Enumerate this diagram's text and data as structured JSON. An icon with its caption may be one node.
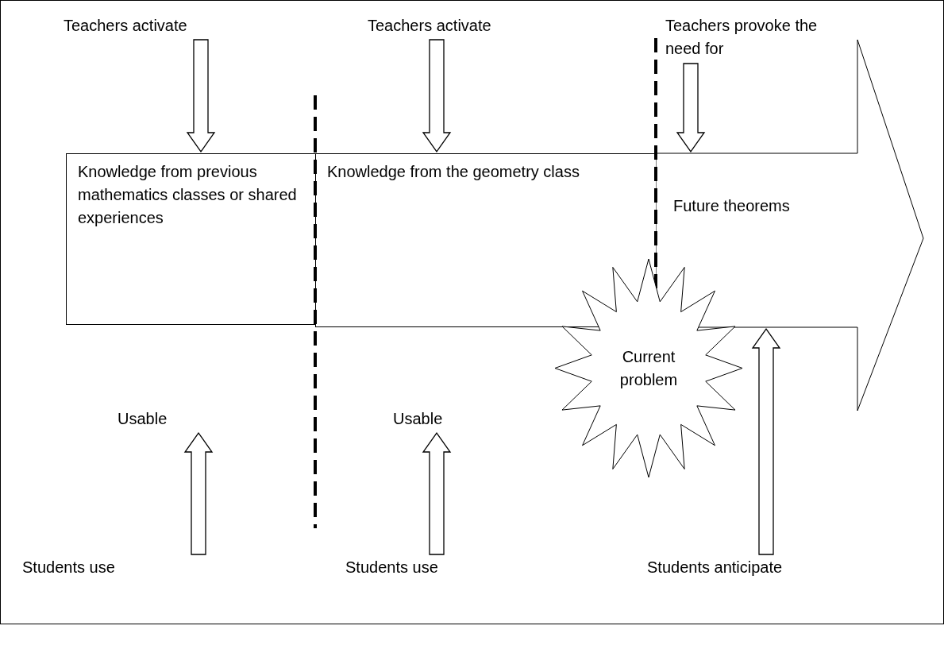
{
  "diagram": {
    "nodes": [
      {
        "text": [
          "Teachers activate"
        ]
      },
      {
        "text": [
          "Teachers activate"
        ]
      },
      {
        "text": [
          "Teachers provoke the need for"
        ]
      },
      {
        "text": [
          "Knowledge from previous mathematics classes or shared experiences"
        ]
      },
      {
        "text": [
          "Knowledge from the geometry class"
        ]
      },
      {
        "text": [
          "Future theorems"
        ]
      },
      {
        "text": [
          "Current problem"
        ]
      },
      {
        "text": [
          "Usable"
        ]
      },
      {
        "text": [
          "Usable"
        ]
      },
      {
        "text": [
          "Students use"
        ]
      },
      {
        "text": [
          "Students use"
        ]
      },
      {
        "text": [
          "Students anticipate"
        ]
      }
    ],
    "edges": [
      {
        "from": 0,
        "to": 3,
        "arrow": "to"
      },
      {
        "from": 1,
        "to": 4,
        "arrow": "to"
      },
      {
        "from": 2,
        "to": 5,
        "arrow": "to"
      },
      {
        "from": 9,
        "to": 7,
        "arrow": "to"
      },
      {
        "from": 10,
        "to": 8,
        "arrow": "to"
      },
      {
        "from": 11,
        "to": 5,
        "arrow": "to"
      }
    ]
  }
}
